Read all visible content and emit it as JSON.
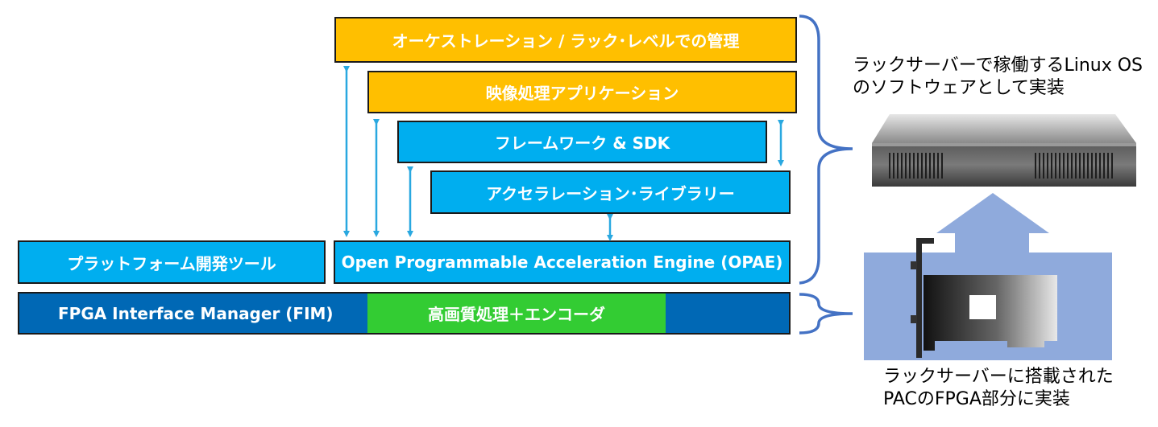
{
  "stack": {
    "orchestration": "オーケストレーション / ラック･レベルでの管理",
    "video_app": "映像処理アプリケーション",
    "framework": "フレームワーク & SDK",
    "accel_lib": "アクセラレーション･ライブラリー",
    "platform_tools": "プラットフォーム開発ツール",
    "opae": "Open Programmable Acceleration Engine (OPAE)",
    "fim": "FPGA Interface Manager (FIM)",
    "encoder": "高画質処理＋エンコーダ"
  },
  "captions": {
    "server_line1": "ラックサーバーで稼働するLinux OS",
    "server_line2": "のソフトウェアとして実装",
    "pac_line1": "ラックサーバーに搭載された",
    "pac_line2": "PACのFPGA部分に実装"
  },
  "colors": {
    "orange": "#ffbf00",
    "cyan": "#00aeef",
    "navy": "#0068b5",
    "green": "#33cc33",
    "arrow": "#29a8e0",
    "brace": "#4472c4",
    "up_arrow": "#8faadc"
  }
}
